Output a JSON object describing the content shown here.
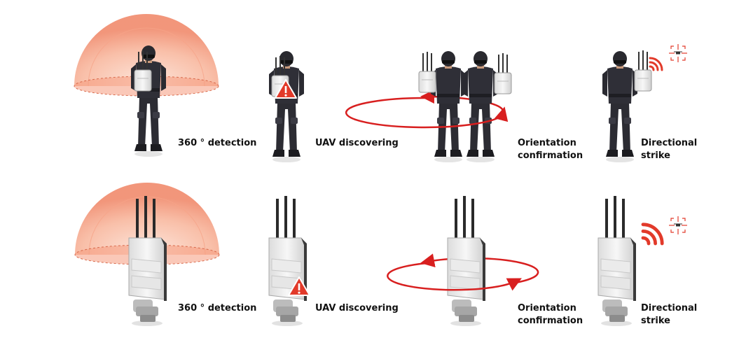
{
  "colors": {
    "dome": "#f4957a",
    "arrow": "#d81f1f",
    "suit": "#2c2c33",
    "device": "#f1f1f1",
    "warning": "#e23a2a",
    "text": "#111111"
  },
  "rows": [
    {
      "name": "soldier-row",
      "steps": [
        {
          "lines": [
            "360 ° detection"
          ]
        },
        {
          "lines": [
            "UAV discovering"
          ]
        },
        {
          "lines": [
            "Orientation",
            "confirmation"
          ]
        },
        {
          "lines": [
            "Directional",
            "strike"
          ]
        }
      ]
    },
    {
      "name": "device-row",
      "steps": [
        {
          "lines": [
            "360 ° detection"
          ]
        },
        {
          "lines": [
            "UAV discovering"
          ]
        },
        {
          "lines": [
            "Orientation",
            "confirmation"
          ]
        },
        {
          "lines": [
            "Directional",
            "strike"
          ]
        }
      ]
    }
  ]
}
